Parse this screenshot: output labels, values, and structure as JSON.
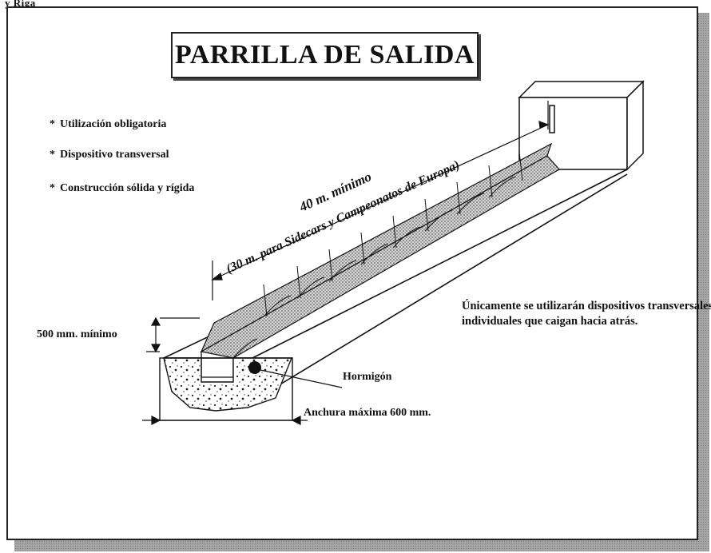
{
  "top_caption": "y Riga",
  "title": "PARRILLA DE SALIDA",
  "bullets": [
    {
      "mark": "*",
      "text": "Utilización obligatoria"
    },
    {
      "mark": "*",
      "text": "Dispositivo transversal"
    },
    {
      "mark": "*",
      "text": "Construcción sólida y rígida"
    }
  ],
  "dimension_main": "40 m. mínimo",
  "dimension_sub": "(30 m. para Sidecars y Campeonatos de Europa)",
  "height_label": "500 mm. mínimo",
  "concrete_label": "Hormigón",
  "width_label": "Anchura máxima 600 mm.",
  "note": "Únicamente se utilizarán dispositivos transversales individuales que caigan hacia atrás."
}
